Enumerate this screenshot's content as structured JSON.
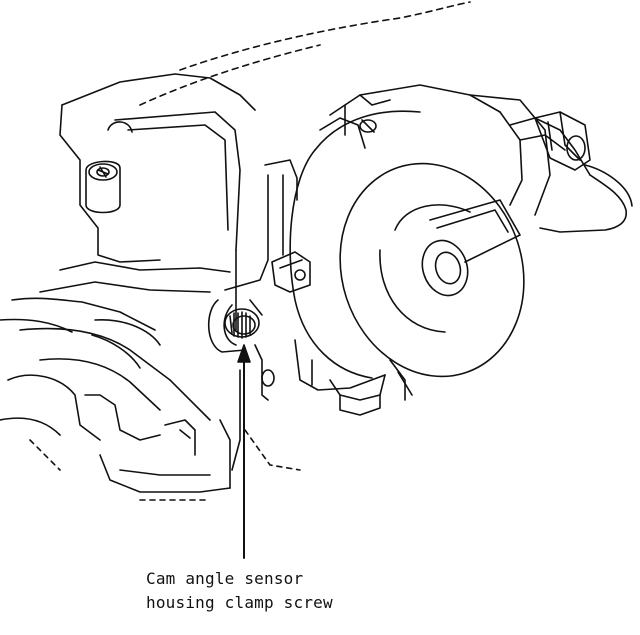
{
  "callout": {
    "line1": "Cam angle sensor",
    "line2": "housing clamp screw"
  },
  "colors": {
    "ink": "#111111",
    "paper": "#ffffff"
  },
  "illustration": {
    "subject": "engine-cylinder-head-with-cam-angle-sensor",
    "components": [
      "cylinder-head-block",
      "cam-angle-sensor-housing",
      "sensor-wire-harness",
      "connector-plug",
      "housing-clamp-screw",
      "arrow-pointer"
    ]
  }
}
